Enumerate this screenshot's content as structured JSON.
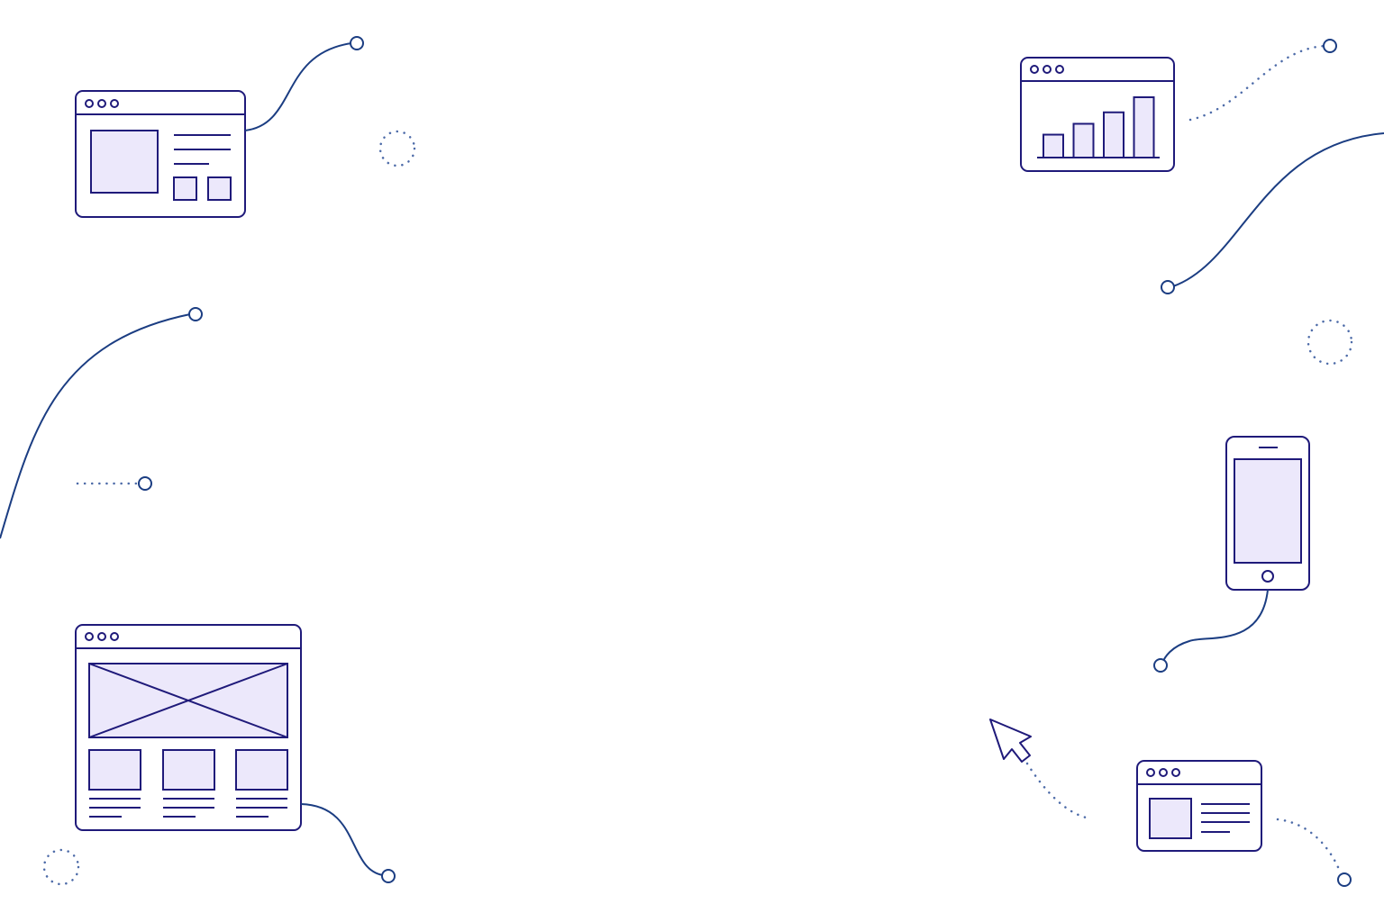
{
  "illustrations": [
    {
      "kind": "browser-window",
      "content": "image-and-text-with-thumbnails"
    },
    {
      "kind": "browser-window",
      "content": "bar-chart",
      "bar_levels": [
        0.38,
        0.56,
        0.75,
        1.0
      ]
    },
    {
      "kind": "mobile-phone",
      "content": "blank-screen"
    },
    {
      "kind": "browser-window",
      "content": "hero-image-placeholder-with-three-cards"
    },
    {
      "kind": "browser-window",
      "content": "image-and-text"
    },
    {
      "kind": "mouse-cursor",
      "content": "arrow-pointer"
    }
  ],
  "colors": {
    "background": "#ffffff",
    "outline": "#1f1a7a",
    "fill": "#ece8fb",
    "connector": "#1b3d82",
    "dotted": "#4d6ba8"
  }
}
